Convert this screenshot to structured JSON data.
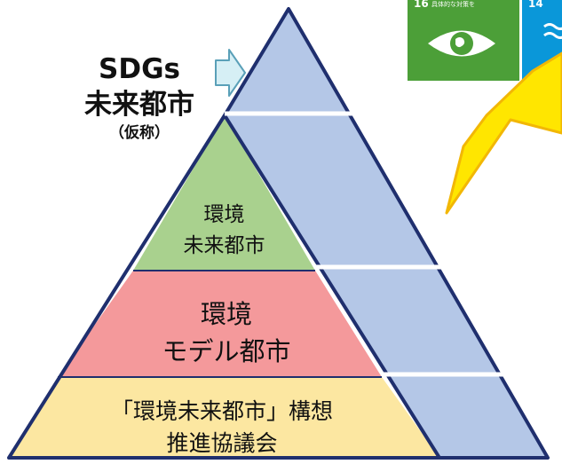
{
  "pyramid": {
    "top_label": {
      "line1": "SDGs",
      "line2": "未来都市",
      "line3": "（仮称）"
    },
    "tiers": [
      {
        "line1": "環境",
        "line2": "未来都市",
        "color": "#a9d18e"
      },
      {
        "line1": "環境",
        "line2": "モデル都市",
        "color": "#f4999b"
      },
      {
        "line1": "「環境未来都市」構想",
        "line2": "推進協議会",
        "color": "#fce7a1"
      }
    ],
    "back_face_color": "#b4c7e7",
    "outline_color": "#1f2f6e"
  },
  "sdg_badges": [
    {
      "number": "16",
      "text": "具体的な対策を",
      "color": "#4c9f38",
      "icon": "earth-eye-icon"
    },
    {
      "number": "14",
      "text": "",
      "color": "#0a97d9",
      "icon": "water-icon"
    }
  ],
  "callout": {
    "color": "#ffe600",
    "border": "#f2b705"
  },
  "arrow": {
    "color": "#d6eff5",
    "border": "#5aa0b8"
  }
}
